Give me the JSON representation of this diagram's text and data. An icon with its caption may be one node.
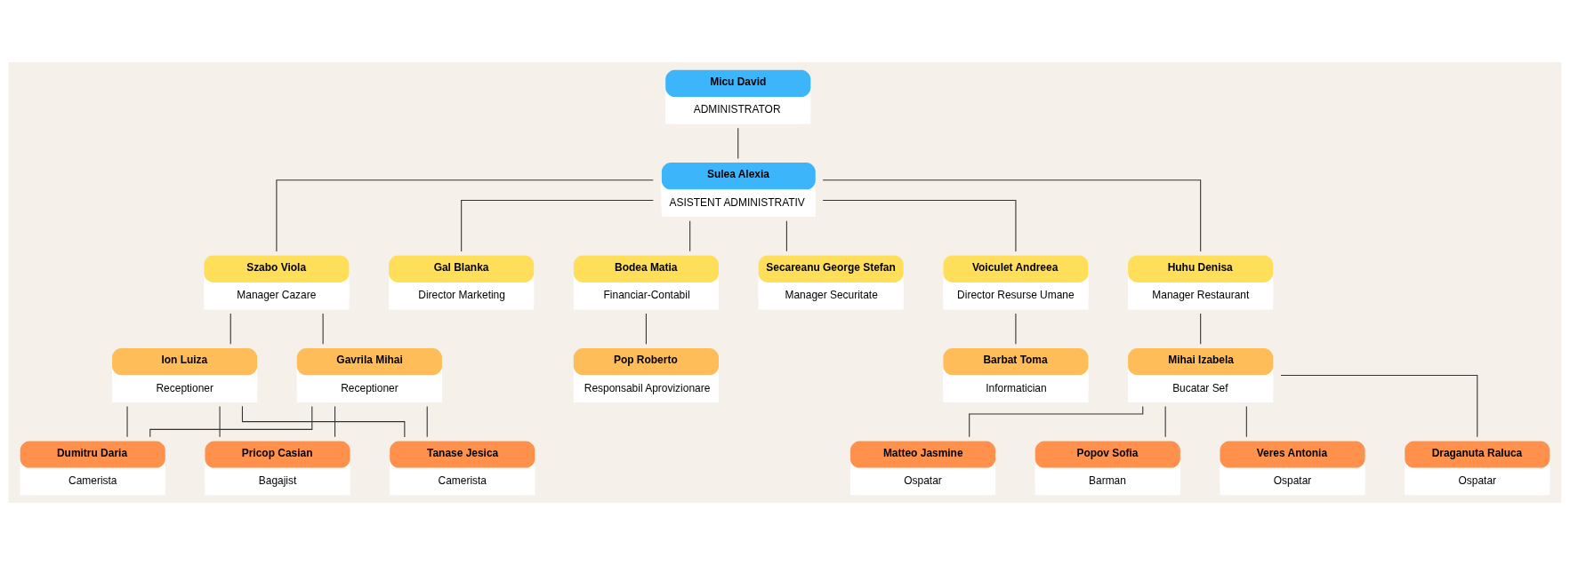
{
  "diagram": {
    "nodes": [
      {
        "text": [
          "Micu David",
          "ADMINISTRATOR"
        ]
      },
      {
        "text": [
          "Sulea Alexia",
          "ASISTENT ADMINISTRATIV"
        ]
      },
      {
        "text": [
          "Szabo Viola",
          "Manager Cazare"
        ]
      },
      {
        "text": [
          "Gal Blanka",
          "Director Marketing"
        ]
      },
      {
        "text": [
          "Bodea Matia",
          "Financiar-Contabil"
        ]
      },
      {
        "text": [
          "Secareanu George Stefan",
          "Manager Securitate"
        ]
      },
      {
        "text": [
          "Voiculet Andreea",
          "Director Resurse Umane"
        ]
      },
      {
        "text": [
          "Huhu Denisa",
          "Manager Restaurant"
        ]
      },
      {
        "text": [
          "Ion Luiza",
          "Receptioner"
        ]
      },
      {
        "text": [
          "Gavrila Mihai",
          "Receptioner"
        ]
      },
      {
        "text": [
          "Pop Roberto",
          "Responsabil Aprovizionare"
        ]
      },
      {
        "text": [
          "Barbat Toma",
          "Informatician"
        ]
      },
      {
        "text": [
          "Mihai Izabela",
          "Bucatar Sef"
        ]
      },
      {
        "text": [
          "Dumitru Daria",
          "Camerista"
        ]
      },
      {
        "text": [
          "Pricop Casian",
          "Bagajist"
        ]
      },
      {
        "text": [
          "Tanase Jesica",
          "Camerista"
        ]
      },
      {
        "text": [
          "Draganuta Raluca",
          "Ospatar"
        ]
      },
      {
        "text": [
          "Matteo Jasmine",
          "Ospatar"
        ]
      },
      {
        "text": [
          "Popov Sofia",
          "Barman"
        ]
      },
      {
        "text": [
          "Veres Antonia",
          "Ospatar"
        ]
      }
    ],
    "edges": [
      {
        "from": 0,
        "to": 1,
        "arrow": "none"
      },
      {
        "from": 1,
        "to": 2,
        "arrow": "none"
      },
      {
        "from": 1,
        "to": 3,
        "arrow": "none"
      },
      {
        "from": 1,
        "to": 4,
        "arrow": "none"
      },
      {
        "from": 1,
        "to": 5,
        "arrow": "none"
      },
      {
        "from": 1,
        "to": 6,
        "arrow": "none"
      },
      {
        "from": 1,
        "to": 7,
        "arrow": "none"
      },
      {
        "from": 2,
        "to": 8,
        "arrow": "none"
      },
      {
        "from": 2,
        "to": 9,
        "arrow": "none"
      },
      {
        "from": 4,
        "to": 10,
        "arrow": "none"
      },
      {
        "from": 6,
        "to": 11,
        "arrow": "none"
      },
      {
        "from": 7,
        "to": 12,
        "arrow": "none"
      },
      {
        "from": 8,
        "to": 13,
        "arrow": "none"
      },
      {
        "from": 8,
        "to": 14,
        "arrow": "none"
      },
      {
        "from": 8,
        "to": 15,
        "arrow": "none"
      },
      {
        "from": 9,
        "to": 13,
        "arrow": "none"
      },
      {
        "from": 9,
        "to": 14,
        "arrow": "none"
      },
      {
        "from": 9,
        "to": 15,
        "arrow": "none"
      },
      {
        "from": 12,
        "to": 16,
        "arrow": "none"
      },
      {
        "from": 12,
        "to": 17,
        "arrow": "none"
      },
      {
        "from": 12,
        "to": 18,
        "arrow": "none"
      },
      {
        "from": 12,
        "to": 19,
        "arrow": "none"
      }
    ]
  }
}
